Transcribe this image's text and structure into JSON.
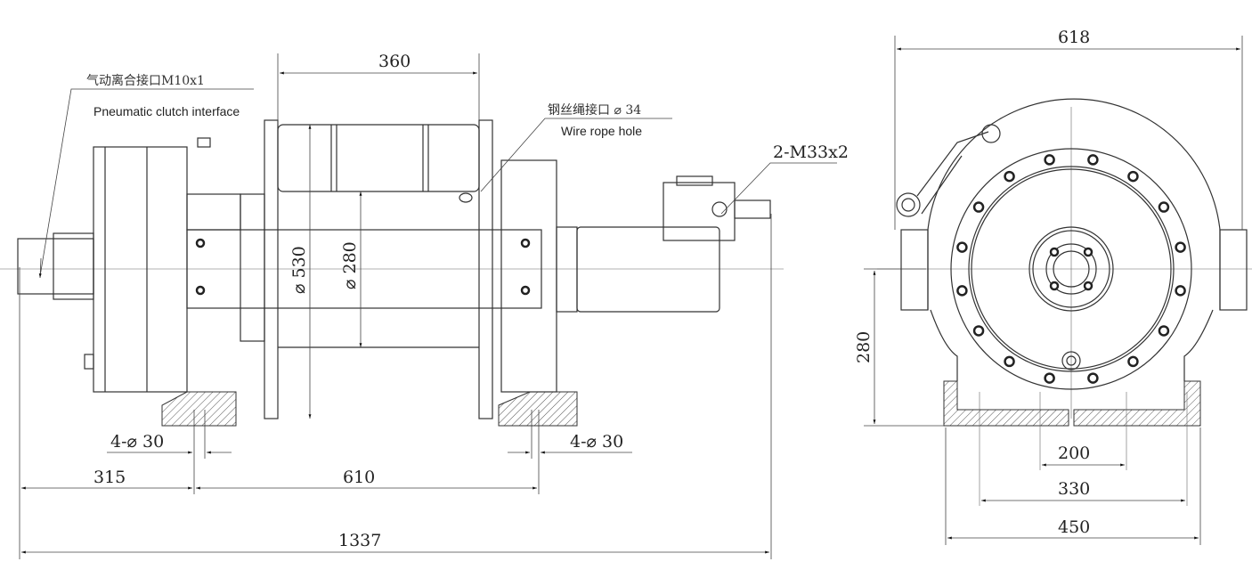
{
  "annotations": {
    "pneumatic_cn": "气动离合接口M10x1",
    "pneumatic_en": "Pneumatic clutch interface",
    "rope_cn": "钢丝绳接口 ⌀ 34",
    "rope_en": "Wire rope hole",
    "thread": "2-M33x2"
  },
  "dimensions": {
    "drum_width": "360",
    "drum_flange_dia": "⌀ 530",
    "drum_core_dia": "⌀ 280",
    "holes_left": "4-⌀ 30",
    "holes_right": "4-⌀ 30",
    "d315": "315",
    "d610": "610",
    "d1337": "1337",
    "d618": "618",
    "d280": "280",
    "d200": "200",
    "d330": "330",
    "d450": "450"
  }
}
